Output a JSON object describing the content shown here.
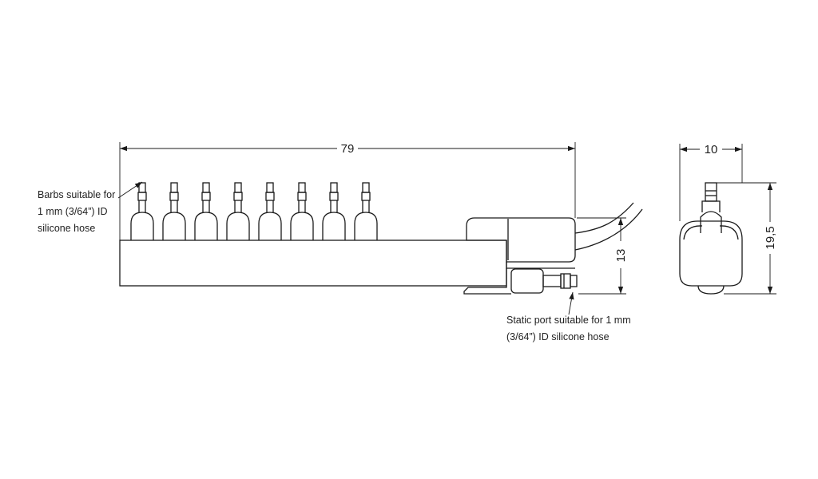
{
  "dimensions": {
    "overall_length": "79",
    "height": "13",
    "side_width": "10",
    "side_height": "19,5"
  },
  "annotations": {
    "barbs_note": [
      "Barbs suitable for",
      "1 mm (3/64”) ID",
      "silicone hose"
    ],
    "static_port_note": [
      "Static port suitable for 1 mm",
      "(3/64”) ID silicone hose"
    ]
  },
  "barb_count": 8,
  "colors": {
    "line": "#1a1a1a",
    "background": "#ffffff"
  }
}
